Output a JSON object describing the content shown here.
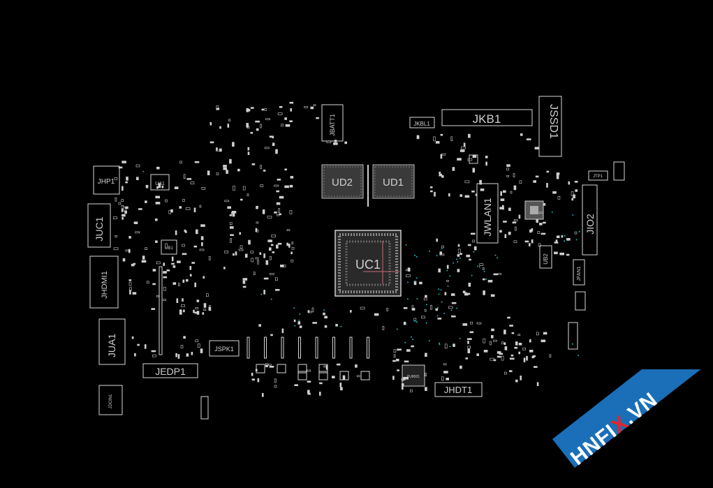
{
  "labels": {
    "jkb1": "JKB1",
    "jssd1": "JSSD1",
    "jkbl1": "JKBL1",
    "jbatt1": "JBATT1",
    "ud2": "UD2",
    "ud1": "UD1",
    "uc1": "UC1",
    "jhp1": "JHP1",
    "ua1": "UA1",
    "juc1": "JUC1",
    "jhdmi1": "JHDMI1",
    "jua1": "JUA1",
    "jedp1": "JEDP1",
    "jdcin1": "JDCIN1",
    "jspk1": "JSPK1",
    "jwlan1": "JWLAN1",
    "jio2": "JIO2",
    "jtp1": "JTP1",
    "ub2": "UB2",
    "jfan1": "JFAN1",
    "jhdt1": "JHDT1",
    "ub1": "UB1",
    "pu8001": "PU8001"
  },
  "watermark": {
    "pre": "HNFI",
    "x": "X",
    "post": ".VN"
  },
  "colors": {
    "background": "#000000",
    "silkscreen": "#d8d8d8",
    "via": "#19b3b8",
    "watermark_band": "#1a6fb8",
    "watermark_x": "#e0262b"
  }
}
